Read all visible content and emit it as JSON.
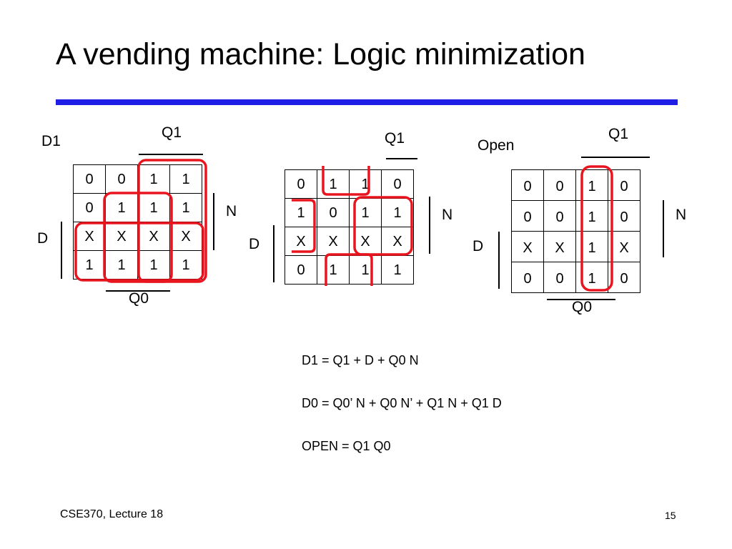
{
  "slide": {
    "title": "A vending machine: Logic minimization",
    "footer_left": "CSE370, Lecture 18",
    "page_number": "15"
  },
  "kmaps": [
    {
      "name": "D1",
      "label_top": "Q1",
      "label_right": "N",
      "label_left": "D",
      "label_bottom": "Q0",
      "cells": [
        [
          "0",
          "0",
          "1",
          "1"
        ],
        [
          "0",
          "1",
          "1",
          "1"
        ],
        [
          "X",
          "X",
          "X",
          "X"
        ],
        [
          "1",
          "1",
          "1",
          "1"
        ]
      ]
    },
    {
      "name": "",
      "label_top": "Q1",
      "label_right": "N",
      "label_left": "D",
      "label_bottom": "",
      "cells": [
        [
          "0",
          "1",
          "1",
          "0"
        ],
        [
          "1",
          "0",
          "1",
          "1"
        ],
        [
          "X",
          "X",
          "X",
          "X"
        ],
        [
          "0",
          "1",
          "1",
          "1"
        ]
      ]
    },
    {
      "name": "Open",
      "label_top": "Q1",
      "label_right": "N",
      "label_left": "D",
      "label_bottom": "Q0",
      "cells": [
        [
          "0",
          "0",
          "1",
          "0"
        ],
        [
          "0",
          "0",
          "1",
          "0"
        ],
        [
          "X",
          "X",
          "1",
          "X"
        ],
        [
          "0",
          "0",
          "1",
          "0"
        ]
      ]
    }
  ],
  "equations": [
    "D1 = Q1 + D + Q0 N",
    "D0 = Q0’ N + Q0 N’ + Q1 N + Q1 D",
    "OPEN = Q1 Q0"
  ],
  "colors": {
    "title_rule": "#1e1ee6",
    "loops": "#e8141e"
  }
}
